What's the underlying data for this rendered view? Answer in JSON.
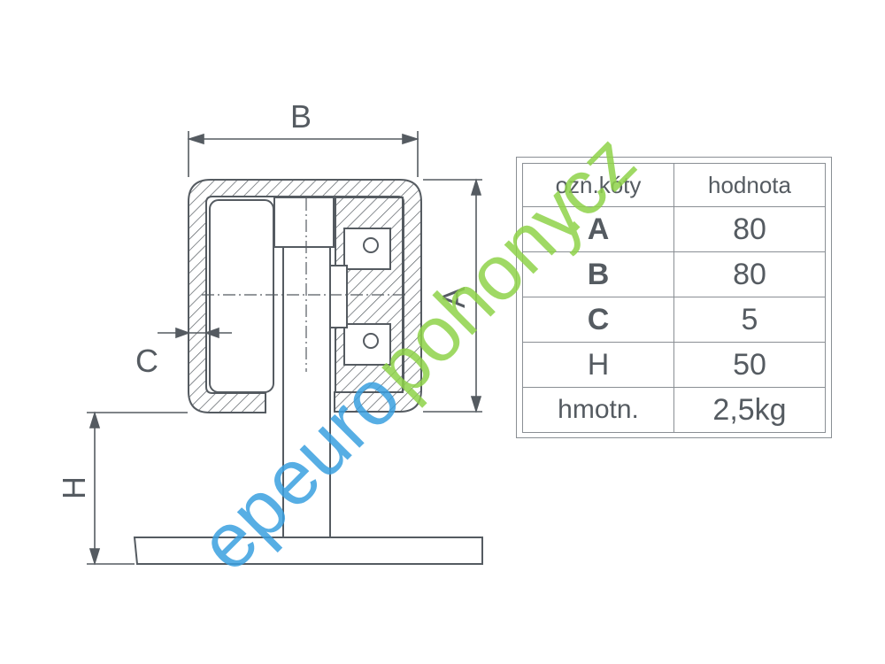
{
  "drawing": {
    "labels": {
      "b": "B",
      "a": "A",
      "c": "C",
      "h": "H"
    }
  },
  "table": {
    "headers": [
      "ozn.kóty",
      "hodnota"
    ],
    "rows": [
      {
        "code": "A",
        "value": "80"
      },
      {
        "code": "B",
        "value": "80"
      },
      {
        "code": "C",
        "value": "5"
      },
      {
        "code": "H",
        "value": "50"
      },
      {
        "code": "hmotn.",
        "value": "2,5kg"
      }
    ]
  },
  "watermark": {
    "text_ep": "ep",
    "text_euro": "euro",
    "text_pohony": "pohony",
    "text_cz": ".cz",
    "colors": {
      "blue": "#3aa0e0",
      "green": "#8fd34a"
    }
  },
  "colors": {
    "line": "#555b61",
    "border": "#8a8f94"
  }
}
